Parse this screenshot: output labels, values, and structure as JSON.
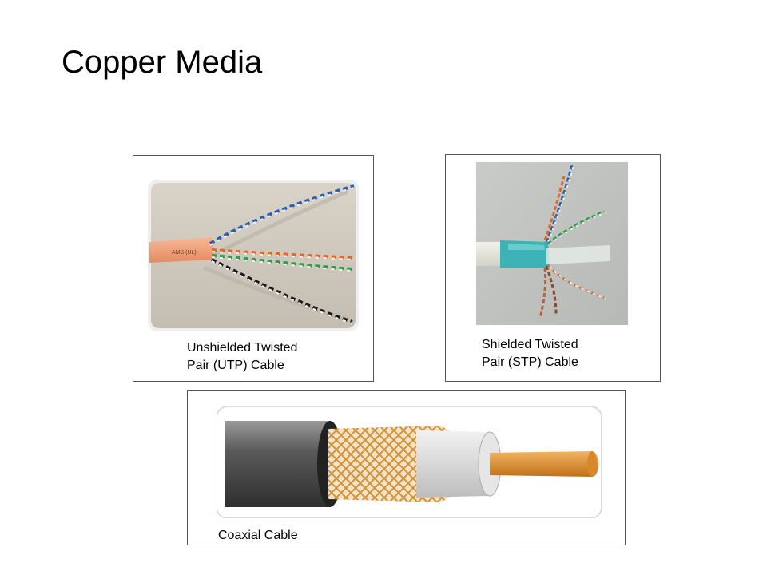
{
  "slide": {
    "title": "Copper Media"
  },
  "panels": {
    "utp": {
      "caption_line1": "Unshielded Twisted",
      "caption_line2": "Pair (UTP) Cable",
      "jacket_print": "AMS  (UL)"
    },
    "stp": {
      "caption_line1": "Shielded Twisted",
      "caption_line2": "Pair (STP) Cable"
    },
    "coax": {
      "caption": "Coaxial Cable"
    }
  },
  "colors": {
    "utp_jacket": "#f0a07a",
    "stp_foil": "#3bb3b7",
    "coax_jacket": "#5a5a5a",
    "coax_braid": "#d2923a",
    "coax_core": "#e0902a"
  }
}
